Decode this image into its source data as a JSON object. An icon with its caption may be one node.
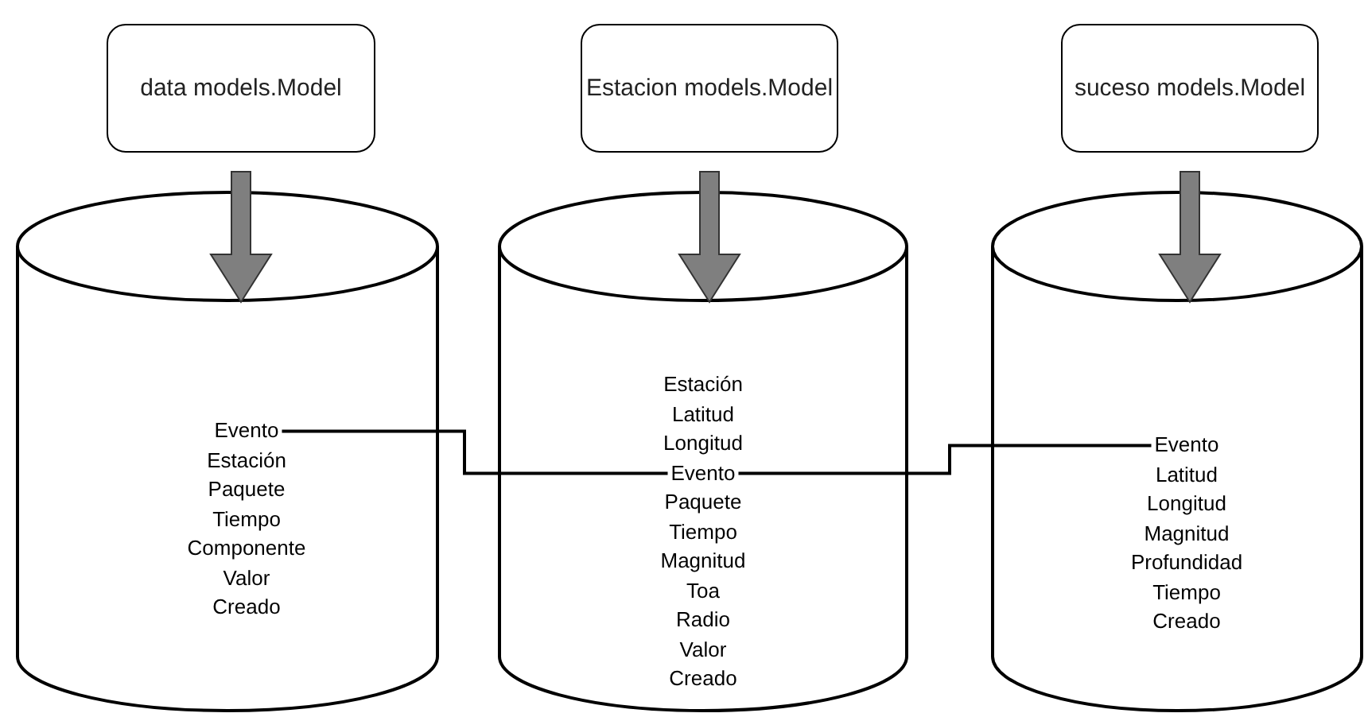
{
  "diagram": {
    "nodes": [
      {
        "text": [
          "data models.Model"
        ]
      },
      {
        "text": [
          "Estacion models.Model"
        ]
      },
      {
        "text": [
          "suceso models.Model"
        ]
      },
      {
        "text": [],
        "shape": "cylinder"
      },
      {
        "text": [],
        "shape": "cylinder"
      },
      {
        "text": [],
        "shape": "cylinder"
      },
      {
        "text": [
          "Evento"
        ],
        "in": 3
      },
      {
        "text": [
          "Estación"
        ],
        "in": 3
      },
      {
        "text": [
          "Paquete"
        ],
        "in": 3
      },
      {
        "text": [
          "Tiempo"
        ],
        "in": 3
      },
      {
        "text": [
          "Componente"
        ],
        "in": 3
      },
      {
        "text": [
          "Valor"
        ],
        "in": 3
      },
      {
        "text": [
          "Creado"
        ],
        "in": 3
      },
      {
        "text": [
          "Estación"
        ],
        "in": 4
      },
      {
        "text": [
          "Latitud"
        ],
        "in": 4
      },
      {
        "text": [
          "Longitud"
        ],
        "in": 4
      },
      {
        "text": [
          "Evento"
        ],
        "in": 4
      },
      {
        "text": [
          "Paquete"
        ],
        "in": 4
      },
      {
        "text": [
          "Tiempo"
        ],
        "in": 4
      },
      {
        "text": [
          "Magnitud"
        ],
        "in": 4
      },
      {
        "text": [
          "Toa"
        ],
        "in": 4
      },
      {
        "text": [
          "Radio"
        ],
        "in": 4
      },
      {
        "text": [
          "Valor"
        ],
        "in": 4
      },
      {
        "text": [
          "Creado"
        ],
        "in": 4
      },
      {
        "text": [
          "Evento"
        ],
        "in": 5
      },
      {
        "text": [
          "Latitud"
        ],
        "in": 5
      },
      {
        "text": [
          "Longitud"
        ],
        "in": 5
      },
      {
        "text": [
          "Magnitud"
        ],
        "in": 5
      },
      {
        "text": [
          "Profundidad"
        ],
        "in": 5
      },
      {
        "text": [
          "Tiempo"
        ],
        "in": 5
      },
      {
        "text": [
          "Creado"
        ],
        "in": 5
      }
    ],
    "edges": [
      {
        "from": 0,
        "to": 3,
        "arrow": "to",
        "style": "thick"
      },
      {
        "from": 1,
        "to": 4,
        "arrow": "to",
        "style": "thick"
      },
      {
        "from": 2,
        "to": 5,
        "arrow": "to",
        "style": "thick"
      },
      {
        "from": 6,
        "to": 16,
        "arrow": "none",
        "color": "#000000"
      },
      {
        "from": 16,
        "to": 24,
        "arrow": "none",
        "color": "#000000"
      }
    ]
  }
}
